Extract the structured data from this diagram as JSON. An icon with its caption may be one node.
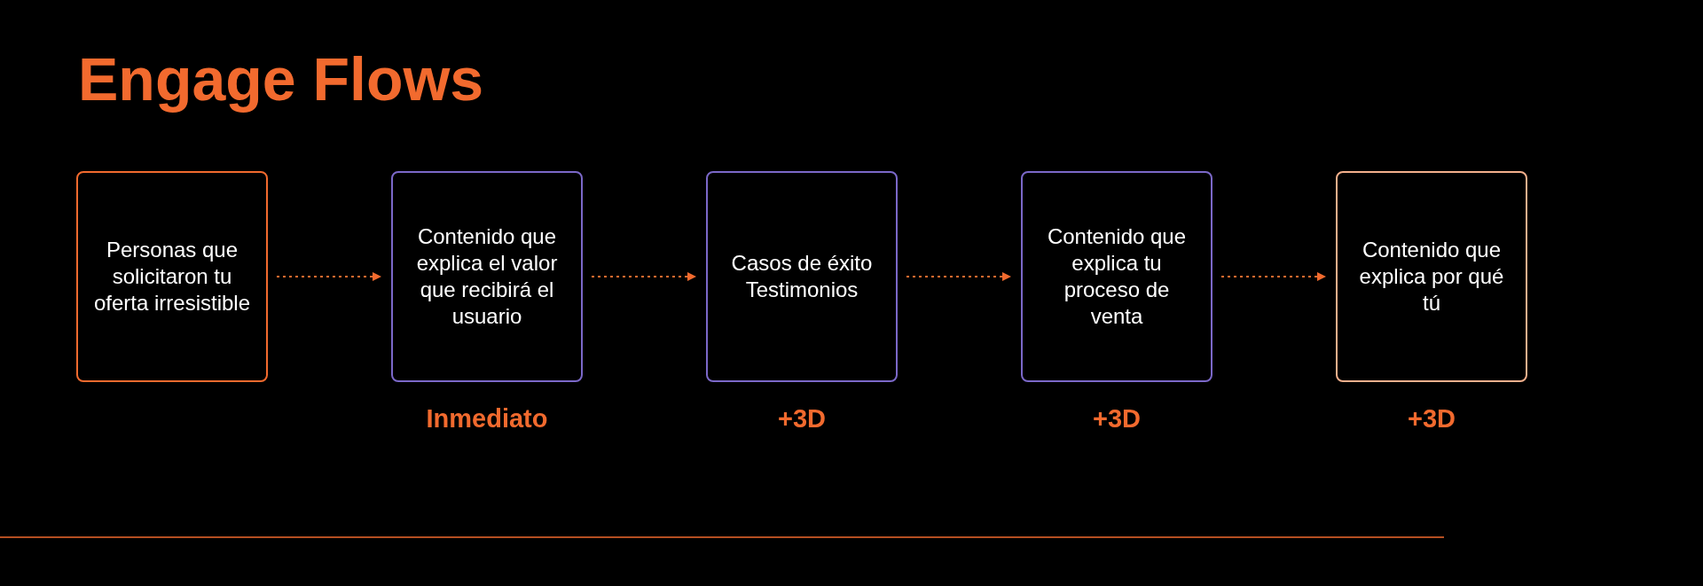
{
  "diagram": {
    "title": "Engage Flows",
    "nodes": [
      {
        "text": [
          "Personas que solicitaron tu oferta irresistible"
        ]
      },
      {
        "text": [
          "Contenido que explica el valor que recibirá el usuario"
        ],
        "beside": [
          "Inmediato"
        ]
      },
      {
        "text": [
          "Casos de éxito Testimonios"
        ],
        "beside": [
          "+3D"
        ]
      },
      {
        "text": [
          "Contenido que explica tu proceso de venta"
        ],
        "beside": [
          "+3D"
        ]
      },
      {
        "text": [
          "Contenido que explica por qué tú"
        ],
        "beside": [
          "+3D"
        ]
      }
    ],
    "edges": [
      {
        "from": 0,
        "to": 1,
        "arrow": "to",
        "style": "dashed"
      },
      {
        "from": 1,
        "to": 2,
        "arrow": "to",
        "style": "dashed"
      },
      {
        "from": 2,
        "to": 3,
        "arrow": "to",
        "style": "dashed"
      },
      {
        "from": 3,
        "to": 4,
        "arrow": "to",
        "style": "dashed"
      }
    ]
  }
}
